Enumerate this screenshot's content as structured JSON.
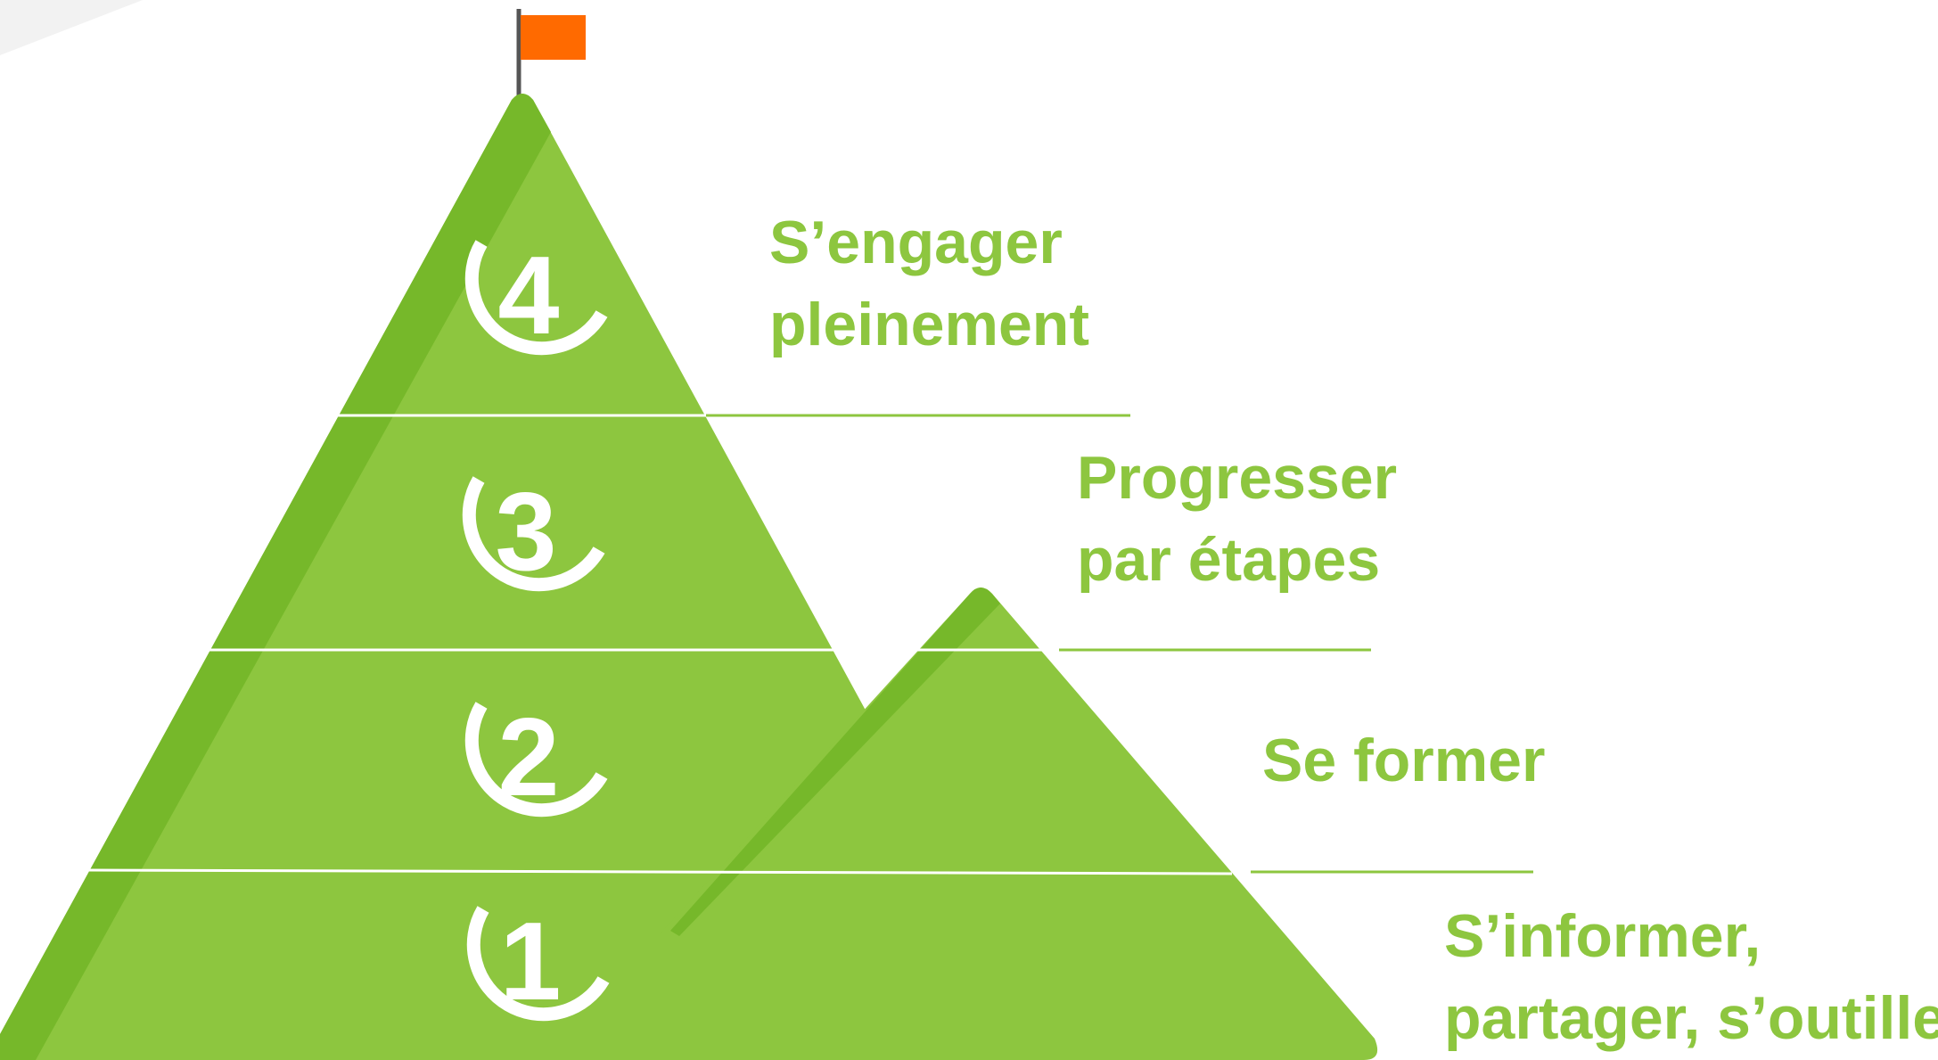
{
  "colors": {
    "mountain_main": "#8dc63f",
    "mountain_shade": "#76b82a",
    "flag": "#ff6a00",
    "pole": "#555555",
    "label_text": "#8dc63f",
    "divider": "#ffffff"
  },
  "steps": [
    {
      "number": "4",
      "label_line1": "S’engager",
      "label_line2": "pleinement"
    },
    {
      "number": "3",
      "label_line1": "Progresser",
      "label_line2": "par étapes"
    },
    {
      "number": "2",
      "label_line1": "Se former",
      "label_line2": ""
    },
    {
      "number": "1",
      "label_line1": "S’informer,",
      "label_line2": "partager, s’outiller"
    }
  ]
}
